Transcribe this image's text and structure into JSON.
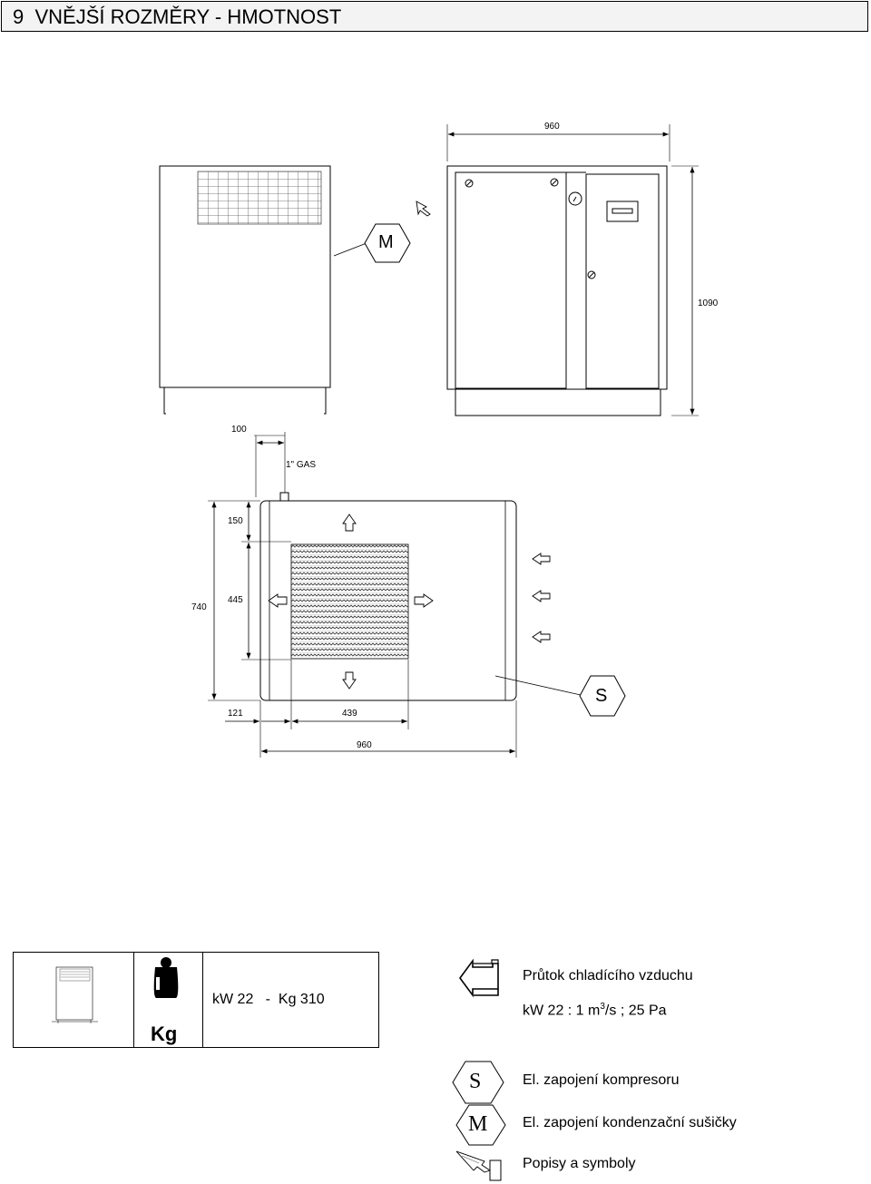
{
  "section": {
    "number": "9",
    "title": "VNĚJŠÍ ROZMĚRY - HMOTNOST"
  },
  "dimensions": {
    "front_width": "960",
    "front_height": "1090",
    "top_offset": "100",
    "connection": "1\" GAS",
    "depth_top": "150",
    "grille_height": "445",
    "total_depth": "740",
    "side_offset": "121",
    "grille_width": "439",
    "top_width": "960"
  },
  "symbols": {
    "m_label": "M",
    "s_label": "S"
  },
  "weight_box": {
    "unit": "Kg",
    "text": "kW 22   -  Kg 310"
  },
  "legend": {
    "airflow_title": "Průtok chladícího vzduchu",
    "airflow_value_prefix": "kW 22 : 1 m",
    "airflow_value_sup": "3",
    "airflow_value_suffix": "/s ; 25 Pa",
    "s_desc": "El. zapojení kompresoru",
    "m_desc": "El. zapojení kondenzační sušičky",
    "arrow_desc": "Popisy a symboly"
  }
}
